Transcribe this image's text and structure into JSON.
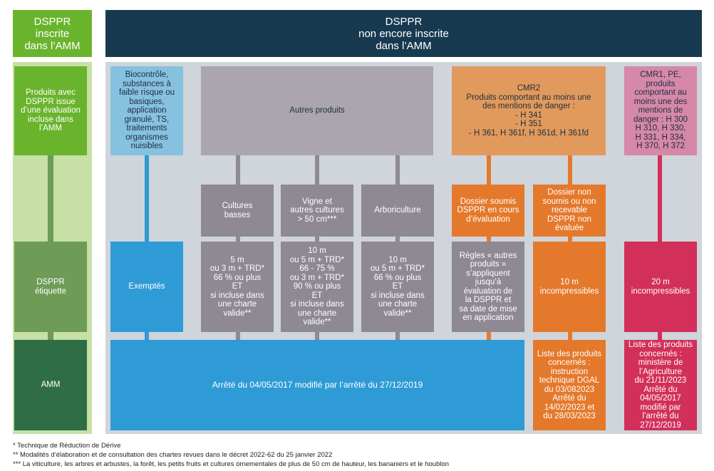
{
  "headers": {
    "left": "DSPPR\ninscrite\ndans l’AMM",
    "right": "DSPPR\nnon encore inscrite\ndans l’AMM"
  },
  "rows": {
    "top": "Produits avec\nDSPPR issue\nd’une évaluation\nincluse dans\nl’AMM",
    "etiquette": "DSPPR\nétiquette",
    "amm": "AMM"
  },
  "categories": {
    "bio": "Biocontrôle,\nsubstances à\nfaible risque ou\nbasiques,\napplication\ngranulé, TS,\ntraitements\norganismes\nnuisibles",
    "autres": "Autres produits",
    "cmr2": "CMR2\nProduits comportant au moins une\ndes mentions de danger :\n- H 341\n- H 351\n- H 361, H 361f, H 361d, H 361fd",
    "cmr1": "CMR1, PE,\nproduits\ncomportant au\nmoins une des\nmentions de\ndanger : H 300\nH 310, H 330,\nH 331, H 334,\nH 370, H 372"
  },
  "subcategories": {
    "cultures_basses": "Cultures\nbasses",
    "vigne": "Vigne et\nautres cultures\n> 50 cm***",
    "arboriculture": "Arboriculture",
    "dossier_soumis": "Dossier soumis\nDSPPR en cours\nd’évaluation",
    "dossier_non": "Dossier non\nsoumis ou non\nrecevable\nDSPPR non\névaluée"
  },
  "distances": {
    "exemptes": "Exemptés",
    "cultures_basses": "5 m\nou 3 m + TRD*\n66 % ou plus\nET\nsi incluse dans\nune charte\nvalide**",
    "vigne": "10 m\nou 5 m + TRD*\n66 - 75 %\nou 3 m + TRD*\n90 % ou plus\nET\nsi incluse dans\nune charte\nvalide**",
    "arboriculture": "10 m\nou 5 m + TRD*\n66 % ou plus\nET\nsi incluse dans\nune charte\nvalide**",
    "regles": "Règles « autres\nproduits »\ns’appliquent\njusqu’à\névaluation de\nla DSPPR et\nsa date de mise\nen application",
    "cmr2_non": "10 m\nincompressibles",
    "cmr1": "20 m\nincompressibles"
  },
  "arretes": {
    "main": "Arrêté du 04/05/2017 modifié par l’arrêté du 27/12/2019",
    "cmr2": "Liste des produits\nconcernés :\ninstruction\ntechnique DGAL\ndu 03/082023\nArrêté du\n14/02/2023 et\ndu 28/03/2023",
    "cmr1": "Liste des produits\nconcernés :\nministère de\nl’Agriculture\ndu 21/11/2023\nArrêté du\n04/05/2017\nmodifié par\nl’arrêté du\n27/12/2019"
  },
  "footnotes": {
    "f1": "*  Technique de Réduction de Dérive",
    "f2": "**  Modalités d’élaboration et de consultation des chartes revues dans le décret 2022-62 du 25 janvier 2022",
    "f3": "***  La viticulture, les arbres et arbustes, la forêt, les petits fruits et cultures ornementales de plus de 50 cm de hauteur, les bananiers et le houblon"
  },
  "colors": {
    "green_header": "#6ab42d",
    "navy_header": "#173a50",
    "light_green_bg": "#c6e0a6",
    "grey_bg": "#cfd5da",
    "mid_green": "#6e9b56",
    "dark_green": "#2f6e45",
    "light_blue": "#86c1e0",
    "blue": "#2f9bd6",
    "grey": "#8e8993",
    "light_grey": "#aaa5ae",
    "orange_light": "#e29a5c",
    "orange": "#e4792c",
    "pink_light": "#d688a8",
    "crimson": "#d2305a"
  }
}
